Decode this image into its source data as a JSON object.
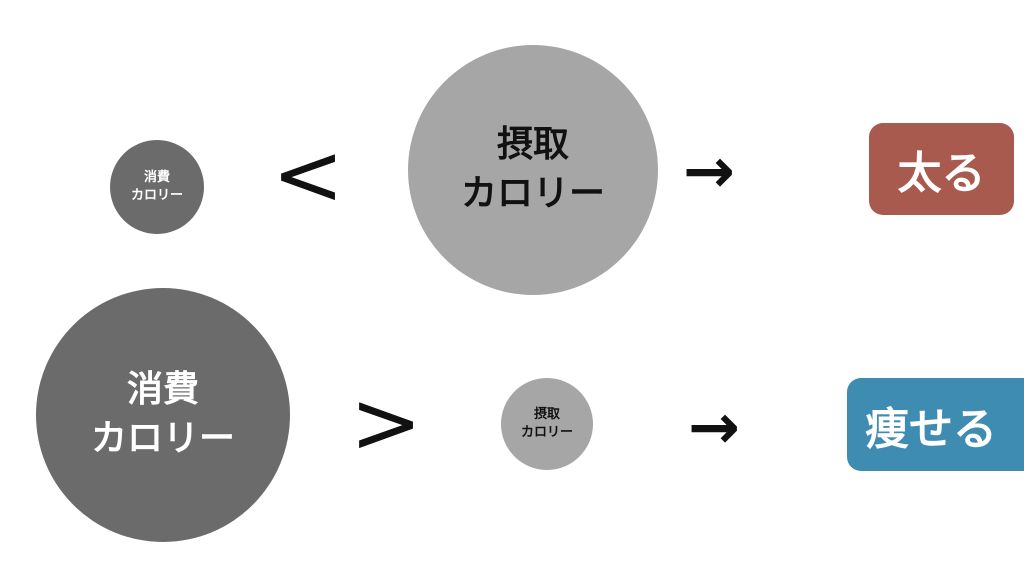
{
  "top_row": {
    "consumed": {
      "line1": "消費",
      "line2": "カロリー"
    },
    "comparison": "<",
    "intake": {
      "line1": "摂取",
      "line2": "カロリー"
    },
    "arrow": "→",
    "result": "太る"
  },
  "bottom_row": {
    "consumed": {
      "line1": "消費",
      "line2": "カロリー"
    },
    "comparison": ">",
    "intake": {
      "line1": "摂取",
      "line2": "カロリー"
    },
    "arrow": "→",
    "result": "痩せる"
  },
  "colors": {
    "gain": "#a85a4e",
    "lose": "#3f8cb2",
    "dark_circle": "#6b6b6b",
    "light_circle": "#a6a6a6"
  }
}
